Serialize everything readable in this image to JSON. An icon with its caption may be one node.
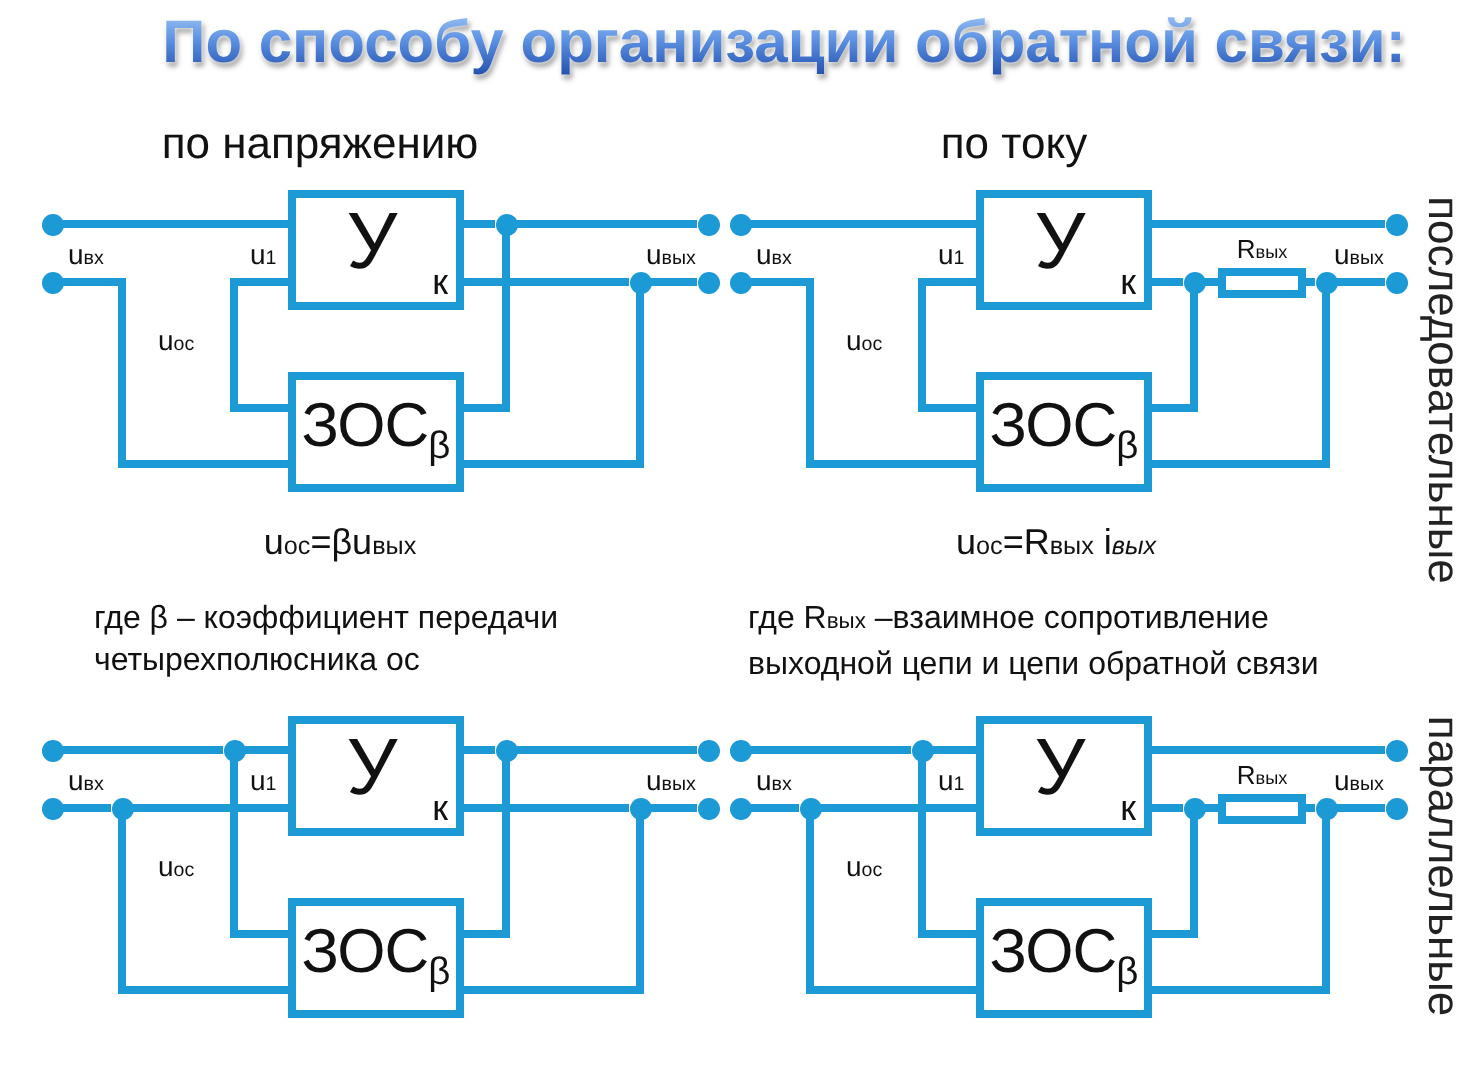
{
  "diagram": {
    "title": "По способу организации обратной связи:",
    "nodes": [
      {
        "text": [],
        "shape": "circle"
      },
      {
        "text": [],
        "shape": "circle"
      },
      {
        "text": [
          "У",
          "к"
        ]
      },
      {
        "text": [
          "ЗОС$_{β}$"
        ]
      },
      {
        "text": [],
        "shape": "circle"
      },
      {
        "text": [],
        "shape": "circle"
      },
      {
        "text": [],
        "shape": "circle"
      },
      {
        "text": [],
        "shape": "circle"
      },
      {
        "text": [],
        "shape": "circle"
      },
      {
        "text": [],
        "shape": "circle"
      },
      {
        "text": [
          "У",
          "к"
        ]
      },
      {
        "text": [
          "ЗОС$_{β}$"
        ]
      },
      {
        "text": [],
        "shape": "circle"
      },
      {
        "text": [
          "R$_{вых}$"
        ]
      },
      {
        "text": [],
        "shape": "circle"
      },
      {
        "text": [],
        "shape": "circle"
      },
      {
        "text": [],
        "shape": "circle"
      },
      {
        "text": [],
        "shape": "circle"
      },
      {
        "text": [],
        "shape": "circle"
      },
      {
        "text": [],
        "shape": "circle"
      },
      {
        "text": [],
        "shape": "circle"
      },
      {
        "text": [
          "У",
          "к"
        ]
      },
      {
        "text": [
          "ЗОС$_{β}$"
        ]
      },
      {
        "text": [],
        "shape": "circle"
      },
      {
        "text": [],
        "shape": "circle"
      },
      {
        "text": [],
        "shape": "circle"
      },
      {
        "text": [],
        "shape": "circle"
      },
      {
        "text": [],
        "shape": "circle"
      },
      {
        "text": [],
        "shape": "circle"
      },
      {
        "text": [],
        "shape": "circle"
      },
      {
        "text": [],
        "shape": "circle"
      },
      {
        "text": [
          "У",
          "к"
        ]
      },
      {
        "text": [
          "ЗОС$_{β}$"
        ]
      },
      {
        "text": [],
        "shape": "circle"
      },
      {
        "text": [
          "R$_{вых}$"
        ]
      },
      {
        "text": [],
        "shape": "circle"
      },
      {
        "text": [],
        "shape": "circle"
      },
      {
        "text": [],
        "shape": "circle"
      }
    ],
    "edges": [
      {
        "from": 0,
        "to": 2,
        "arrow": "none"
      },
      {
        "from": 1,
        "to": 3,
        "arrow": "none"
      },
      {
        "from": 2,
        "to": 3,
        "arrow": "none"
      },
      {
        "from": 2,
        "to": 4,
        "arrow": "none"
      },
      {
        "from": 4,
        "to": 6,
        "arrow": "none"
      },
      {
        "from": 4,
        "to": 3,
        "arrow": "none"
      },
      {
        "from": 2,
        "to": 5,
        "arrow": "none"
      },
      {
        "from": 5,
        "to": 7,
        "arrow": "none"
      },
      {
        "from": 5,
        "to": 3,
        "arrow": "none"
      },
      {
        "from": 8,
        "to": 10,
        "arrow": "none"
      },
      {
        "from": 9,
        "to": 11,
        "arrow": "none"
      },
      {
        "from": 10,
        "to": 11,
        "arrow": "none"
      },
      {
        "from": 10,
        "to": 15,
        "arrow": "none"
      },
      {
        "from": 10,
        "to": 12,
        "arrow": "none"
      },
      {
        "from": 12,
        "to": 13,
        "arrow": "none"
      },
      {
        "from": 12,
        "to": 11,
        "arrow": "none"
      },
      {
        "from": 13,
        "to": 14,
        "arrow": "none"
      },
      {
        "from": 14,
        "to": 16,
        "arrow": "none"
      },
      {
        "from": 14,
        "to": 11,
        "arrow": "none"
      },
      {
        "from": 17,
        "to": 18,
        "arrow": "none"
      },
      {
        "from": 18,
        "to": 21,
        "arrow": "none"
      },
      {
        "from": 18,
        "to": 22,
        "arrow": "none"
      },
      {
        "from": 19,
        "to": 20,
        "arrow": "none"
      },
      {
        "from": 20,
        "to": 21,
        "arrow": "none"
      },
      {
        "from": 20,
        "to": 22,
        "arrow": "none"
      },
      {
        "from": 21,
        "to": 23,
        "arrow": "none"
      },
      {
        "from": 23,
        "to": 25,
        "arrow": "none"
      },
      {
        "from": 23,
        "to": 22,
        "arrow": "none"
      },
      {
        "from": 21,
        "to": 24,
        "arrow": "none"
      },
      {
        "from": 24,
        "to": 26,
        "arrow": "none"
      },
      {
        "from": 24,
        "to": 22,
        "arrow": "none"
      },
      {
        "from": 27,
        "to": 28,
        "arrow": "none"
      },
      {
        "from": 28,
        "to": 31,
        "arrow": "none"
      },
      {
        "from": 28,
        "to": 32,
        "arrow": "none"
      },
      {
        "from": 29,
        "to": 30,
        "arrow": "none"
      },
      {
        "from": 30,
        "to": 31,
        "arrow": "none"
      },
      {
        "from": 30,
        "to": 32,
        "arrow": "none"
      },
      {
        "from": 31,
        "to": 36,
        "arrow": "none"
      },
      {
        "from": 31,
        "to": 33,
        "arrow": "none"
      },
      {
        "from": 33,
        "to": 34,
        "arrow": "none"
      },
      {
        "from": 33,
        "to": 32,
        "arrow": "none"
      },
      {
        "from": 34,
        "to": 35,
        "arrow": "none"
      },
      {
        "from": 35,
        "to": 37,
        "arrow": "none"
      },
      {
        "from": 35,
        "to": 32,
        "arrow": "none"
      }
    ],
    "labels": [
      "по напряжению",
      "по току",
      "последовательные",
      "u$_{вх}$",
      "u$_{1}$",
      "u$_{вых}$",
      "u$_{вх}$",
      "u$_{1}$",
      "u$_{вых}$",
      "u$_{ос}$",
      "u$_{ос}$",
      "u$_{ос}$=βu$_{вых}$",
      "u$_{ос}$=R$_{вых}$ i$_{вых}$",
      "где β – коэффициент передачи четырехполюсника ос",
      "где R$_{вых}$ –взаимное сопротивление выходной цепи и цепи обратной связи",
      "параллельные",
      "u$_{вх}$",
      "u$_{1}$",
      "u$_{вых}$",
      "u$_{вх}$",
      "u$_{1}$",
      "u$_{вых}$",
      "u$_{ос}$",
      "u$_{ос}$"
    ]
  }
}
